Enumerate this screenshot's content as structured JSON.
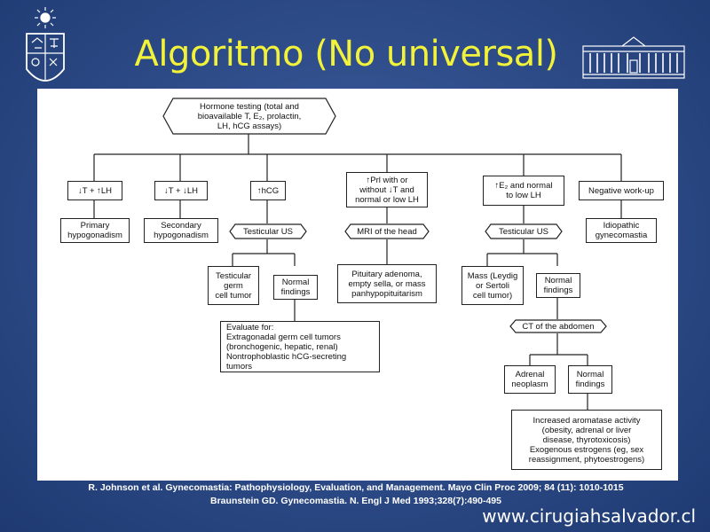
{
  "slide": {
    "title": "Algoritmo (No universal)",
    "citation_line1": "R. Johnson  et al. Gynecomastia: Pathophysiology, Evaluation, and Management. Mayo Clin Proc 2009; 84 (11): 1010-1015",
    "citation_line2": "Braunstein GD. Gynecomastia. N. Engl J Med 1993;328(7):490-495",
    "website": "www.cirugiahsalvador.cl"
  },
  "flowchart": {
    "root": "Hormone testing (total and\nbioavailable T, E₂, prolactin,\nLH, hCG assays)",
    "branches": {
      "low_t_high_lh": "↓T + ↑LH",
      "low_t_low_lh": "↓T + ↓LH",
      "high_hcg": "↑hCG",
      "high_prl": "↑Prl with or\nwithout ↓T and\nnormal or low LH",
      "high_e2": "↑E₂ and normal\nto low LH",
      "negative": "Negative work-up"
    },
    "primary_hypogonadism": "Primary\nhypogonadism",
    "secondary_hypogonadism": "Secondary\nhypogonadism",
    "testicular_us_1": "Testicular US",
    "mri_head": "MRI of the head",
    "testicular_us_2": "Testicular US",
    "idiopathic": "Idiopathic\ngynecomastia",
    "germ_cell_tumor": "Testicular\ngerm\ncell tumor",
    "normal_findings_1": "Normal\nfindings",
    "pituitary": "Pituitary adenoma,\nempty sella, or mass\npanhypopituitarism",
    "mass_leydig": "Mass (Leydig\nor Sertoli\ncell tumor)",
    "normal_findings_2": "Normal\nfindings",
    "evaluate_for": "Evaluate for:\nExtragonadal germ cell tumors\n(bronchogenic, hepatic, renal)\nNontrophoblastic hCG-secreting\ntumors",
    "ct_abdomen": "CT of the abdomen",
    "adrenal_neoplasm": "Adrenal\nneoplasm",
    "normal_findings_3": "Normal\nfindings",
    "aromatase": "Increased aromatase activity\n(obesity, adrenal or liver\ndisease, thyrotoxicosis)\nExogenous estrogens (eg, sex\nreassignment, phytoestrogens)"
  },
  "colors": {
    "title": "#f2f23a",
    "background": "#2c4a86",
    "panel": "#ffffff"
  }
}
